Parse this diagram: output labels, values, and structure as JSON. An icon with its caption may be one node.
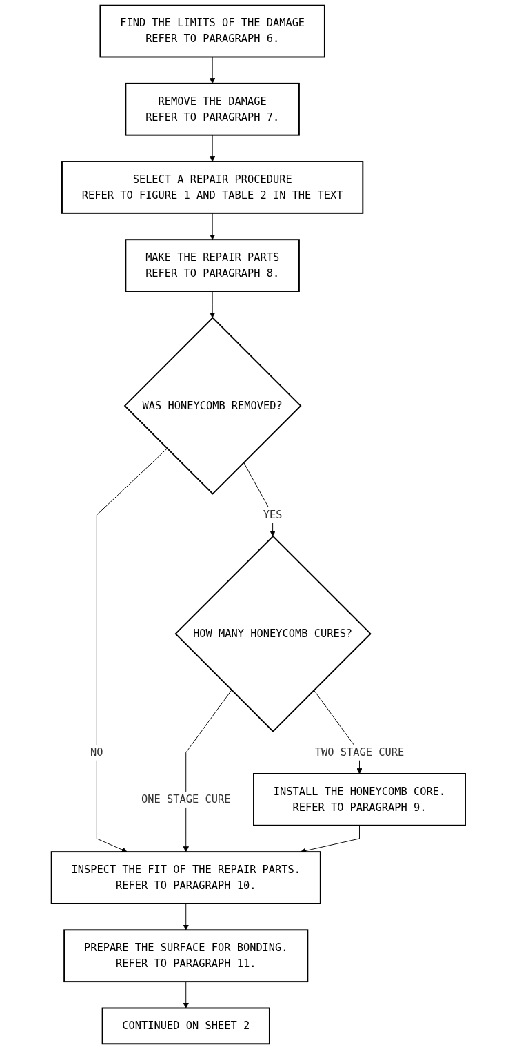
{
  "diagram": {
    "nodes": [
      {
        "text": [
          "FIND THE LIMITS OF THE DAMAGE",
          "REFER TO PARAGRAPH 6."
        ]
      },
      {
        "text": [
          "REMOVE THE DAMAGE",
          "REFER TO PARAGRAPH 7."
        ]
      },
      {
        "text": [
          "SELECT A REPAIR PROCEDURE",
          "REFER TO FIGURE 1 AND TABLE 2 IN THE TEXT"
        ]
      },
      {
        "text": [
          "MAKE THE REPAIR PARTS",
          "REFER TO PARAGRAPH 8."
        ]
      },
      {
        "text": [
          "WAS HONEYCOMB REMOVED?"
        ]
      },
      {
        "text": [
          "HOW MANY HONEYCOMB CURES?"
        ]
      },
      {
        "text": [
          "INSTALL THE HONEYCOMB CORE.",
          "REFER TO PARAGRAPH 9."
        ]
      },
      {
        "text": [
          "INSPECT THE FIT OF THE REPAIR PARTS.",
          "REFER TO PARAGRAPH 10."
        ]
      },
      {
        "text": [
          "PREPARE THE SURFACE FOR BONDING.",
          "REFER TO PARAGRAPH 11."
        ]
      },
      {
        "text": [
          "CONTINUED ON SHEET 2"
        ]
      }
    ],
    "edges": [
      {
        "from": 0,
        "to": 1,
        "arrow": "to"
      },
      {
        "from": 1,
        "to": 2,
        "arrow": "to"
      },
      {
        "from": 2,
        "to": 3,
        "arrow": "to"
      },
      {
        "from": 3,
        "to": 4,
        "arrow": "to"
      },
      {
        "from": 4,
        "to": 7,
        "arrow": "to",
        "label": "NO"
      },
      {
        "from": 4,
        "to": 5,
        "arrow": "to",
        "label": "YES"
      },
      {
        "from": 5,
        "to": 7,
        "arrow": "to",
        "label": "ONE STAGE CURE"
      },
      {
        "from": 5,
        "to": 6,
        "arrow": "to",
        "label": "TWO STAGE CURE"
      },
      {
        "from": 6,
        "to": 7,
        "arrow": "to"
      },
      {
        "from": 7,
        "to": 8,
        "arrow": "to"
      },
      {
        "from": 8,
        "to": 9,
        "arrow": "to"
      }
    ]
  }
}
